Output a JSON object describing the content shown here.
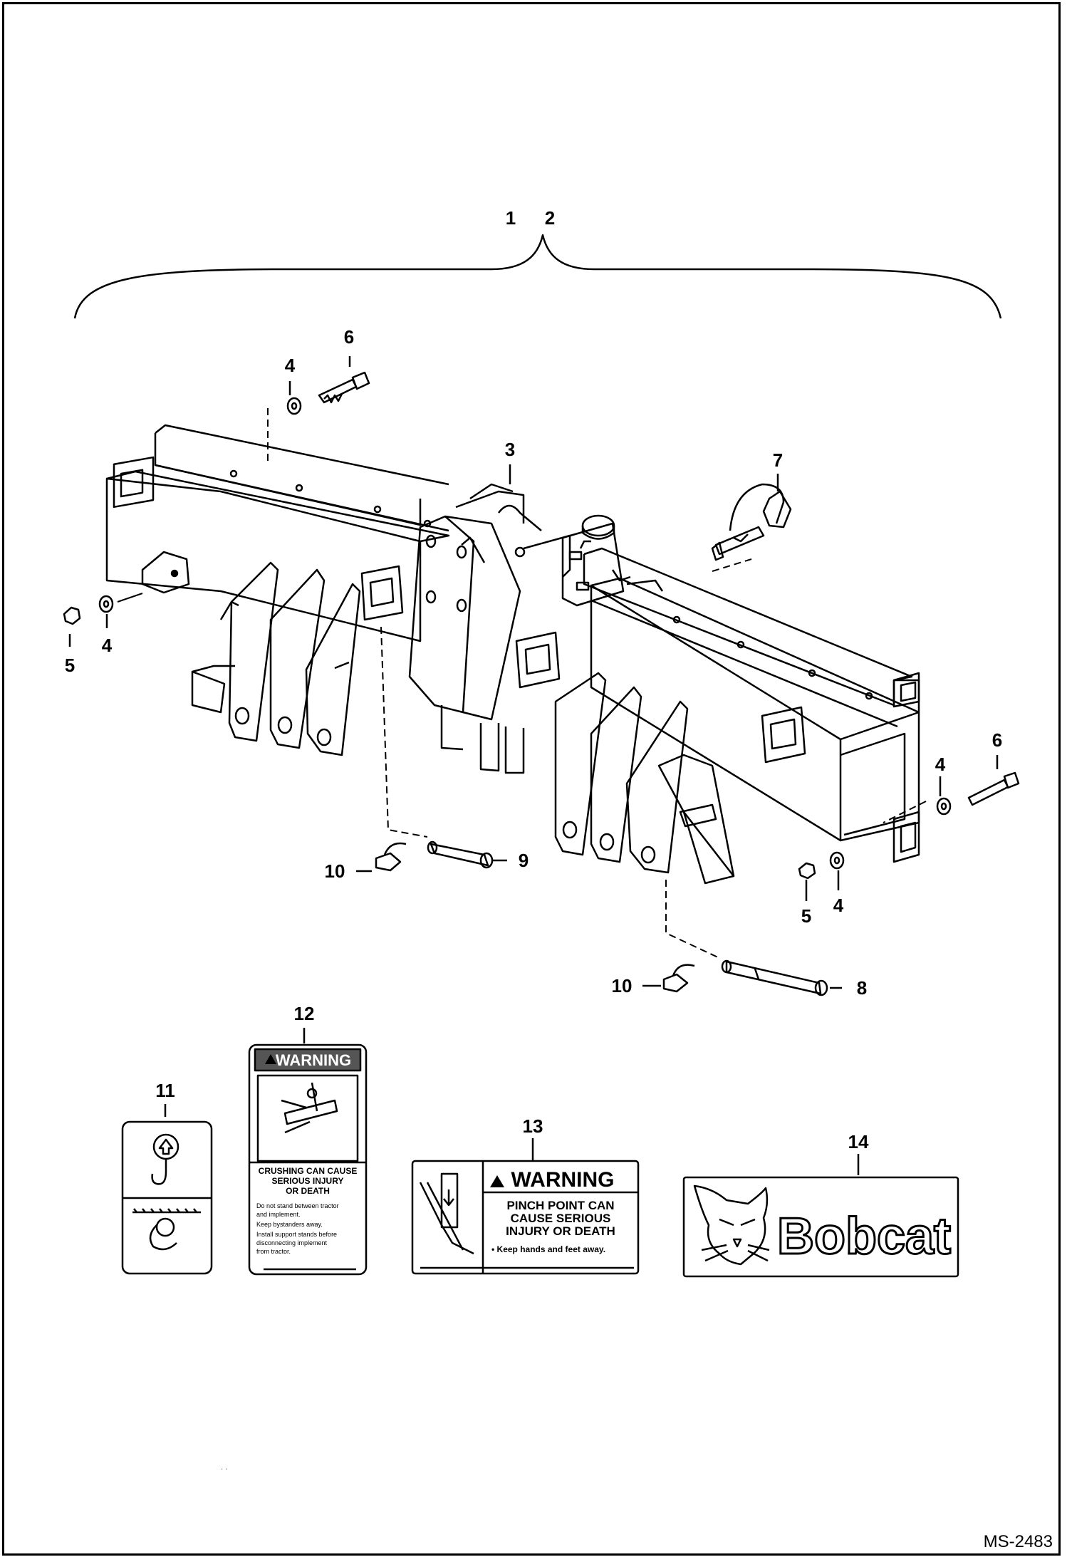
{
  "callouts": {
    "c1": "1",
    "c2": "2",
    "c3": "3",
    "c4a": "4",
    "c4b": "4",
    "c4c": "4",
    "c4d": "4",
    "c5a": "5",
    "c5b": "5",
    "c6a": "6",
    "c6b": "6",
    "c7": "7",
    "c8": "8",
    "c9": "9",
    "c10a": "10",
    "c10b": "10",
    "c11": "11",
    "c12": "12",
    "c13": "13",
    "c14": "14"
  },
  "decal_12": {
    "header": "WARNING",
    "hazard_line1": "CRUSHING CAN CAUSE",
    "hazard_line2": "SERIOUS INJURY",
    "hazard_line3": "OR DEATH",
    "instr1": "Do not stand between tractor",
    "instr2": "and implement.",
    "instr3": "Keep bystanders away.",
    "instr4": "Install support stands before",
    "instr5": "disconnecting implement",
    "instr6": "from tractor."
  },
  "decal_13": {
    "header": "WARNING",
    "hazard_line1": "PINCH POINT CAN",
    "hazard_line2": "CAUSE SERIOUS",
    "hazard_line3": "INJURY OR DEATH",
    "instr1": "• Keep hands and feet away."
  },
  "decal_14": {
    "brand": "Bobcat"
  },
  "drawing_id": "MS-2483",
  "colors": {
    "line": "#000000",
    "background": "#ffffff"
  }
}
